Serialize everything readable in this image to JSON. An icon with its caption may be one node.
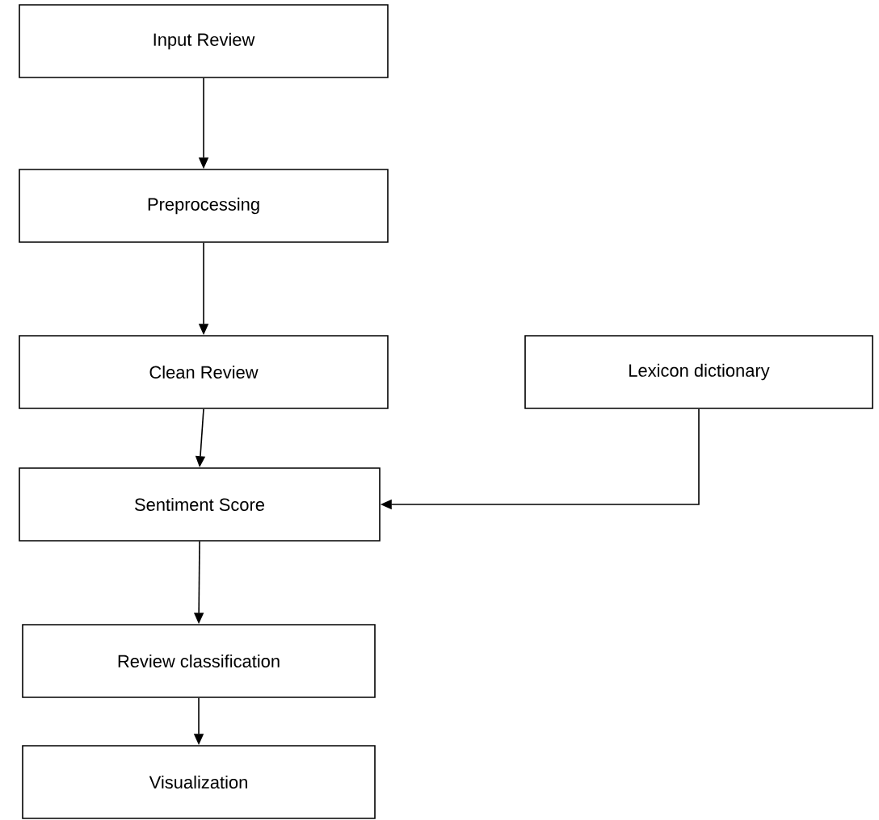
{
  "diagram": {
    "nodes": [
      {
        "text": [
          "Input Review"
        ]
      },
      {
        "text": [
          "Preprocessing"
        ]
      },
      {
        "text": [
          "Clean Review"
        ]
      },
      {
        "text": [
          "Lexicon dictionary"
        ]
      },
      {
        "text": [
          "Sentiment Score"
        ]
      },
      {
        "text": [
          "Review classification"
        ]
      },
      {
        "text": [
          "Visualization"
        ]
      }
    ],
    "edges": [
      {
        "from": 0,
        "to": 1,
        "arrow": "to"
      },
      {
        "from": 1,
        "to": 2,
        "arrow": "to"
      },
      {
        "from": 2,
        "to": 4,
        "arrow": "to"
      },
      {
        "from": 3,
        "to": 4,
        "arrow": "to"
      },
      {
        "from": 4,
        "to": 5,
        "arrow": "to"
      },
      {
        "from": 5,
        "to": 6,
        "arrow": "to"
      }
    ]
  }
}
